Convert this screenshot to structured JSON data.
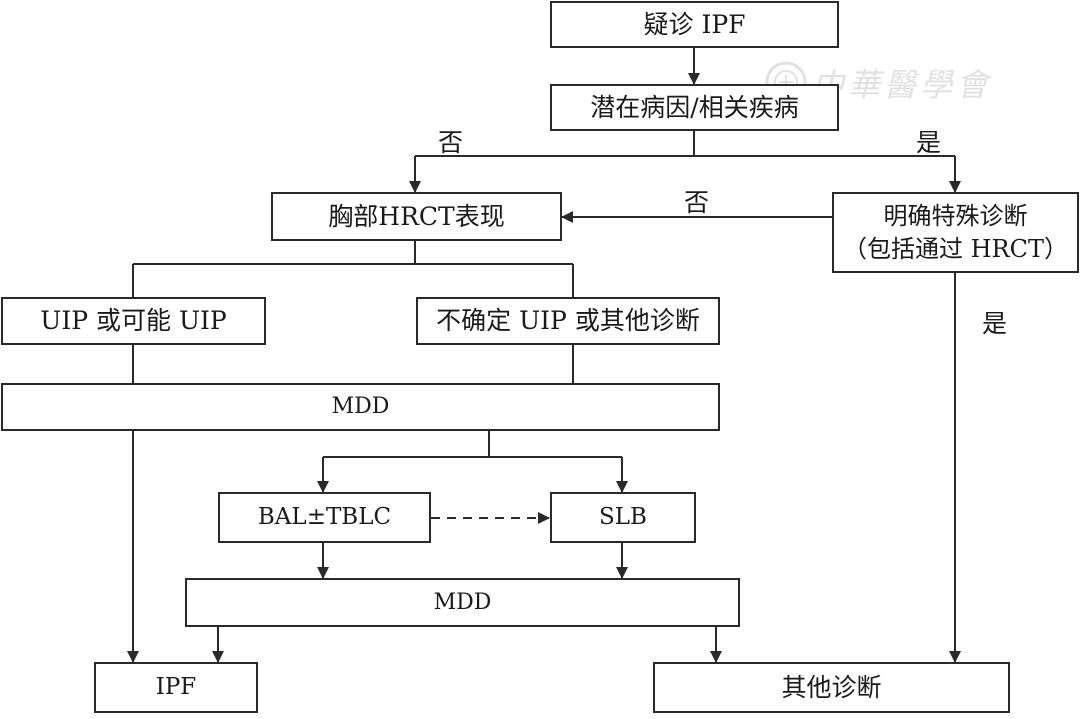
{
  "nodes": {
    "suspected_ipf": "疑诊 IPF",
    "underlying_cause": "潜在病因/相关疾病",
    "chest_hrct": "胸部HRCT表现",
    "specific_diagnosis_line1": "明确特殊诊断",
    "specific_diagnosis_line2": "（包括通过 HRCT）",
    "uip_possible": "UIP 或可能 UIP",
    "indeterminate_uip": "不确定 UIP 或其他诊断",
    "mdd_1": "MDD",
    "bal_tblc": "BAL±TBLC",
    "slb": "SLB",
    "mdd_2": "MDD",
    "ipf": "IPF",
    "other_diagnosis": "其他诊断"
  },
  "edge_labels": {
    "no_left": "否",
    "yes_right": "是",
    "no_middle": "否",
    "yes_lower": "是"
  },
  "watermark": {
    "text": "中華醫學會",
    "icon": "society-seal-icon"
  },
  "colors": {
    "line": "#2a2a2a",
    "box_border": "#2a2a2a",
    "watermark": "#c9c9c9"
  }
}
